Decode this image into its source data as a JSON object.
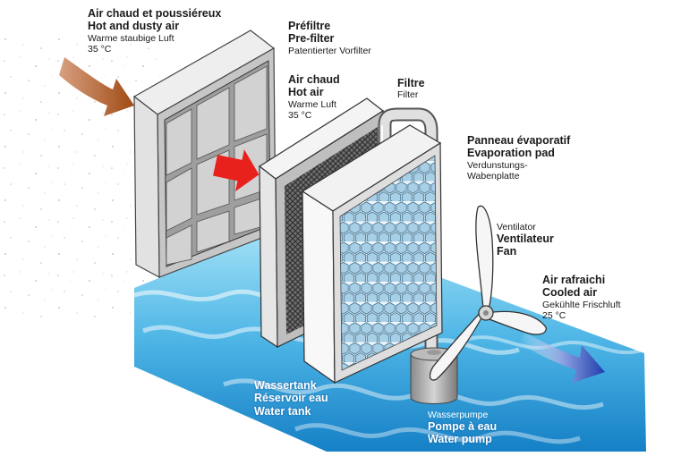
{
  "colors": {
    "water_light": "#8fd8f4",
    "water_dark": "#1e8ed0",
    "hot_arrow": "#a8501a",
    "hot_air_arrow": "#e8211c",
    "cool_arrow": "#2440b8",
    "pad_fill": "#a9d0e8",
    "frame_gray": "#b8b8b8"
  },
  "labels": {
    "hot_dusty_air": {
      "fr": "Air chaud et poussiéreux",
      "en": "Hot and dusty air",
      "de": "Warme staubige Luft",
      "temp": "35 °C"
    },
    "prefilter": {
      "fr": "Préfiltre",
      "en": "Pre-filter",
      "de": "Patentierter Vorfilter"
    },
    "hot_air": {
      "fr": "Air chaud",
      "en": "Hot air",
      "de": "Warme Luft",
      "temp": "35 °C"
    },
    "filter": {
      "fr": "Filtre",
      "en": "Filter"
    },
    "evaporation_pad": {
      "fr": "Panneau évaporatif",
      "en": "Evaporation pad",
      "de1": "Verdunstungs-",
      "de2": "Wabenplatte"
    },
    "fan": {
      "de": "Ventilator",
      "fr": "Ventilateur",
      "en": "Fan"
    },
    "cooled_air": {
      "fr": "Air rafraichi",
      "en": "Cooled air",
      "de": "Gekühlte Frischluft",
      "temp": "25 °C"
    },
    "water_tank": {
      "de": "Wassertank",
      "fr": "Réservoir eau",
      "en": "Water tank"
    },
    "water_pump": {
      "de": "Wasserpumpe",
      "fr": "Pompe à eau",
      "en": "Water pump"
    }
  },
  "icons": [
    "hot-air-arrow-icon",
    "red-arrow-icon",
    "cool-air-arrow-icon",
    "fan-icon",
    "pump-icon"
  ]
}
